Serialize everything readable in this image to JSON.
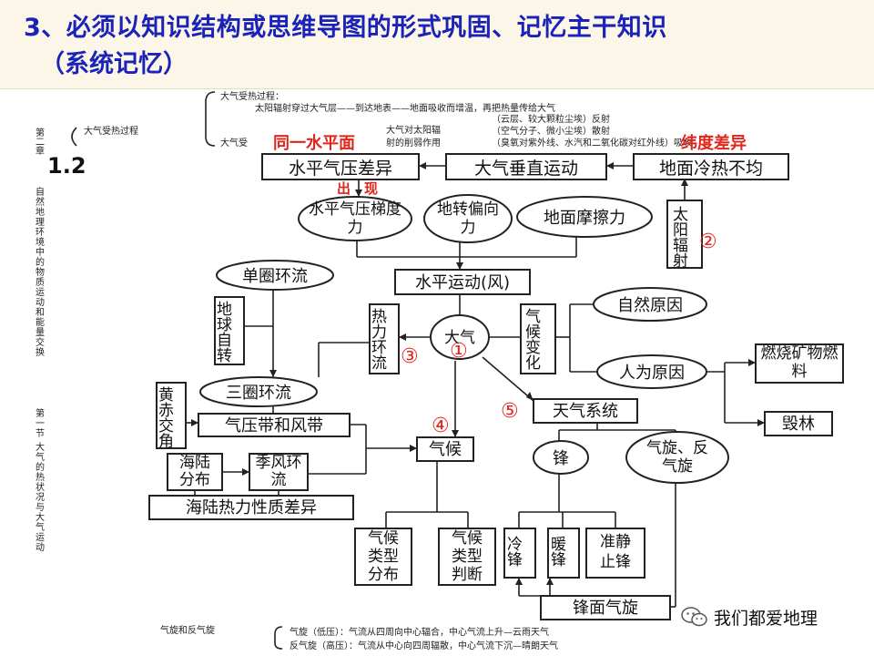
{
  "header": {
    "title_line1": "3、必须以知识结构或思维导图的形式巩固、记忆主干知识",
    "title_line2": "（系统记忆）"
  },
  "side_text": {
    "left_col1": "第二章",
    "left_col2": "自然地理环境中的物质运动和能量交换",
    "left_col3": "第一节 大气的热状况与大气运动",
    "section_no": "1.2"
  },
  "top_notes": {
    "brace_label": "大气受热过程",
    "line1": "大气受热过程：",
    "line2": "太阳辐射穿过大气层——到达地表——地面吸收而增温，再把热量传给大气",
    "line3": "大气对太阳辐",
    "line4": "（云层、较大颗粒尘埃）反射",
    "line5": "（空气分子、微小尘埃）散射",
    "line6": "（臭氧对紫外线、水汽和二氧化碳对红外线）吸收",
    "line7": "射的削弱作用",
    "line8": "大气受"
  },
  "bottom_notes": {
    "label": "气旋和反气旋",
    "line1": "气旋（低压）：气流从四周向中心辐合，中心气流上升—云雨天气",
    "line2": "反气旋（高压）：气流从中心向四周辐散，中心气流下沉—晴朗天气"
  },
  "annotations": {
    "same_level": "同一水平面",
    "lat_diff": "纬度差异",
    "appear": "出　现"
  },
  "nodes": {
    "horiz_pressure_diff": "水平气压差异",
    "vertical_motion": "大气垂直运动",
    "ground_uneven": "地面冷热不均",
    "solar_radiation": "太阳辐射",
    "pgf": "水平气压梯度力",
    "coriolis": "地转偏向力",
    "friction": "地面摩擦力",
    "horiz_motion": "水平运动(风)",
    "single_cell": "单圈环流",
    "earth_rotation": "地球自转",
    "thermal_circ": "热力环流",
    "atmosphere": "大气",
    "climate_change": "气候变化",
    "natural_causes": "自然原因",
    "human_causes": "人为原因",
    "burning_fuel": "燃烧矿物燃料",
    "deforestation": "毁林",
    "three_cell": "三圈环流",
    "ecliptic": "黄赤交角",
    "pressure_belts": "气压带和风带",
    "weather_system": "天气系统",
    "land_sea": "海陆分布",
    "monsoon": "季风环流",
    "climate": "气候",
    "front": "锋",
    "cyclone": "气旋、反气旋",
    "land_sea_heat": "海陆热力性质差异",
    "climate_type_dist": "气候类型分布",
    "climate_type_judge": "气候类型判断",
    "cold_front": "冷锋",
    "warm_front": "暖锋",
    "stationary_front": "准静止锋",
    "frontal_cyclone": "锋面气旋"
  },
  "markers": {
    "m1": "①",
    "m2": "②",
    "m3": "③",
    "m4": "④",
    "m5": "⑤"
  },
  "watermark": "我们都爱地理"
}
